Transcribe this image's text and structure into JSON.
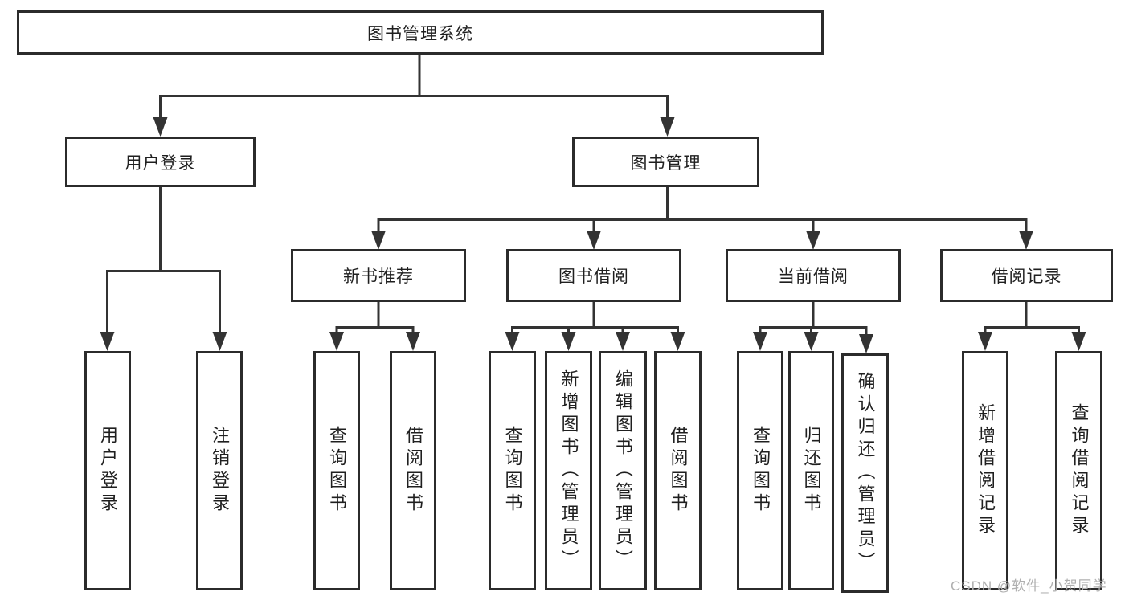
{
  "tree": {
    "root": {
      "label": "图书管理系统"
    },
    "level2": [
      {
        "label": "用户登录"
      },
      {
        "label": "图书管理"
      }
    ],
    "level3": [
      {
        "label": "新书推荐"
      },
      {
        "label": "图书借阅"
      },
      {
        "label": "当前借阅"
      },
      {
        "label": "借阅记录"
      }
    ],
    "leaves": {
      "login": [
        {
          "label": "用户登录"
        },
        {
          "label": "注销登录"
        }
      ],
      "recommend": [
        {
          "label": "查询图书"
        },
        {
          "label": "借阅图书"
        }
      ],
      "borrow": [
        {
          "label": "查询图书"
        },
        {
          "label": "新增图书（管理员）"
        },
        {
          "label": "编辑图书（管理员）"
        },
        {
          "label": "借阅图书"
        }
      ],
      "current": [
        {
          "label": "查询图书"
        },
        {
          "label": "归还图书"
        },
        {
          "label": "确认归还（管理员）"
        }
      ],
      "records": [
        {
          "label": "新增借阅记录"
        },
        {
          "label": "查询借阅记录"
        }
      ]
    }
  },
  "watermark": {
    "label": "CSDN @软件_小贺同学",
    "color": "#b0b0b0"
  },
  "colors": {
    "line": "#333333",
    "box_border": "#2b2b2b",
    "text": "#1f1f1f",
    "background": "#ffffff"
  }
}
